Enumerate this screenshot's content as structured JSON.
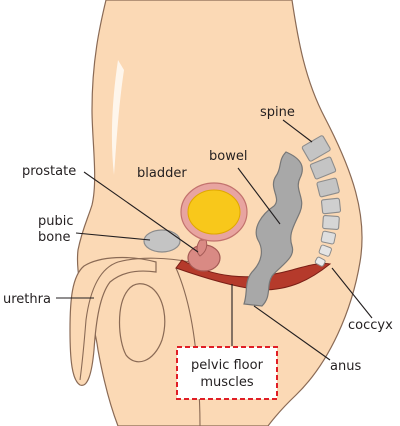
{
  "labels": {
    "spine": "spine",
    "bowel": "bowel",
    "prostate": "prostate",
    "bladder": "bladder",
    "pubic_bone_line1": "pubic",
    "pubic_bone_line2": "bone",
    "urethra": "urethra",
    "coccyx": "coccyx",
    "anus": "anus",
    "pelvic_floor_line1": "pelvic floor",
    "pelvic_floor_line2": "muscles"
  },
  "colors": {
    "skin": "#fbd9b5",
    "skin_outline": "#8a6a55",
    "bladder_fill": "#f8c81b",
    "bladder_ring": "#e8a4a0",
    "prostate": "#d98a84",
    "muscle": "#b53a2b",
    "bowel": "#a8a8a8",
    "bone": "#c4c4c4",
    "callout_border": "#e01e26"
  }
}
